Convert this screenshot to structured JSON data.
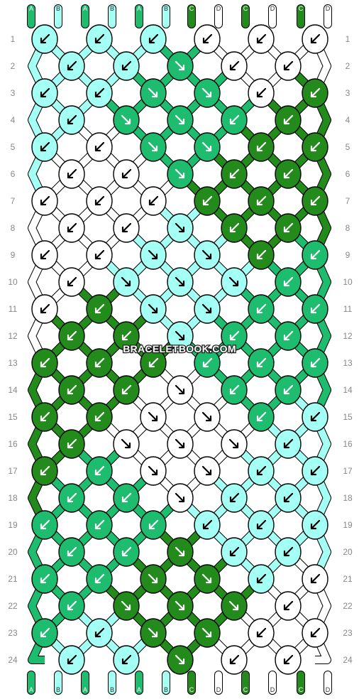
{
  "site": {
    "watermark": "BRACELETBOOK.COM"
  },
  "colors": {
    "A": "#1ebc6e",
    "B": "#a4fff4",
    "C": "#238a1c",
    "D": "#ffffff"
  },
  "top_labels": [
    "A",
    "B",
    "A",
    "B",
    "A",
    "B",
    "C",
    "D",
    "C",
    "D",
    "C",
    "D"
  ],
  "bottom_labels": [
    "A",
    "B",
    "A",
    "B",
    "A",
    "B",
    "C",
    "D",
    "C",
    "D",
    "C",
    "D"
  ],
  "rows": [
    "1",
    "2",
    "3",
    "4",
    "5",
    "6",
    "7",
    "8",
    "9",
    "10",
    "11",
    "12",
    "13",
    "14",
    "15",
    "16",
    "17",
    "18",
    "19",
    "20",
    "21",
    "22",
    "23",
    "24"
  ],
  "knot_grid": [
    {
      "row": 1,
      "knots": [
        [
          "B",
          "l"
        ],
        [
          "B",
          "l"
        ],
        [
          "B",
          "l"
        ],
        [
          "D",
          "l"
        ],
        [
          "D",
          "l"
        ],
        [
          "D",
          "l"
        ]
      ]
    },
    {
      "row": 2,
      "knots": [
        [
          "B",
          "l"
        ],
        [
          "B",
          "l"
        ],
        [
          "A",
          "r"
        ],
        [
          "D",
          "l"
        ],
        [
          "D",
          "l"
        ]
      ]
    },
    {
      "row": 3,
      "knots": [
        [
          "B",
          "l"
        ],
        [
          "B",
          "l"
        ],
        [
          "A",
          "r"
        ],
        [
          "A",
          "r"
        ],
        [
          "D",
          "l"
        ],
        [
          "C",
          "l"
        ]
      ]
    },
    {
      "row": 4,
      "knots": [
        [
          "B",
          "l"
        ],
        [
          "A",
          "r"
        ],
        [
          "A",
          "r"
        ],
        [
          "A",
          "l"
        ],
        [
          "C",
          "l"
        ]
      ]
    },
    {
      "row": 5,
      "knots": [
        [
          "B",
          "l"
        ],
        [
          "D",
          "l"
        ],
        [
          "A",
          "r"
        ],
        [
          "A",
          "r"
        ],
        [
          "C",
          "l"
        ],
        [
          "C",
          "l"
        ]
      ]
    },
    {
      "row": 6,
      "knots": [
        [
          "D",
          "l"
        ],
        [
          "D",
          "l"
        ],
        [
          "A",
          "r"
        ],
        [
          "C",
          "l"
        ],
        [
          "C",
          "l"
        ]
      ]
    },
    {
      "row": 7,
      "knots": [
        [
          "D",
          "l"
        ],
        [
          "D",
          "l"
        ],
        [
          "D",
          "l"
        ],
        [
          "C",
          "l"
        ],
        [
          "C",
          "l"
        ],
        [
          "C",
          "l"
        ]
      ]
    },
    {
      "row": 8,
      "knots": [
        [
          "D",
          "l"
        ],
        [
          "D",
          "l"
        ],
        [
          "B",
          "r"
        ],
        [
          "C",
          "l"
        ],
        [
          "C",
          "l"
        ]
      ]
    },
    {
      "row": 9,
      "knots": [
        [
          "D",
          "l"
        ],
        [
          "D",
          "l"
        ],
        [
          "B",
          "r"
        ],
        [
          "B",
          "r"
        ],
        [
          "C",
          "l"
        ],
        [
          "A",
          "l"
        ]
      ]
    },
    {
      "row": 10,
      "knots": [
        [
          "D",
          "l"
        ],
        [
          "B",
          "r"
        ],
        [
          "B",
          "r"
        ],
        [
          "B",
          "r"
        ],
        [
          "A",
          "l"
        ]
      ]
    },
    {
      "row": 11,
      "knots": [
        [
          "D",
          "l"
        ],
        [
          "C",
          "l"
        ],
        [
          "B",
          "r"
        ],
        [
          "B",
          "r"
        ],
        [
          "A",
          "l"
        ],
        [
          "A",
          "l"
        ]
      ]
    },
    {
      "row": 12,
      "knots": [
        [
          "C",
          "l"
        ],
        [
          "C",
          "l"
        ],
        [
          "B",
          "r"
        ],
        [
          "A",
          "l"
        ],
        [
          "A",
          "l"
        ]
      ]
    },
    {
      "row": 13,
      "knots": [
        [
          "C",
          "l"
        ],
        [
          "C",
          "l"
        ],
        [
          "C",
          "l"
        ],
        [
          "A",
          "l"
        ],
        [
          "A",
          "l"
        ],
        [
          "A",
          "l"
        ]
      ]
    },
    {
      "row": 14,
      "knots": [
        [
          "C",
          "l"
        ],
        [
          "C",
          "l"
        ],
        [
          "D",
          "r"
        ],
        [
          "A",
          "l"
        ],
        [
          "A",
          "l"
        ]
      ]
    },
    {
      "row": 15,
      "knots": [
        [
          "C",
          "l"
        ],
        [
          "C",
          "l"
        ],
        [
          "D",
          "r"
        ],
        [
          "D",
          "r"
        ],
        [
          "A",
          "l"
        ],
        [
          "B",
          "l"
        ]
      ]
    },
    {
      "row": 16,
      "knots": [
        [
          "C",
          "l"
        ],
        [
          "D",
          "r"
        ],
        [
          "D",
          "r"
        ],
        [
          "D",
          "r"
        ],
        [
          "B",
          "l"
        ]
      ]
    },
    {
      "row": 17,
      "knots": [
        [
          "C",
          "l"
        ],
        [
          "A",
          "l"
        ],
        [
          "D",
          "r"
        ],
        [
          "D",
          "r"
        ],
        [
          "B",
          "l"
        ],
        [
          "B",
          "l"
        ]
      ]
    },
    {
      "row": 18,
      "knots": [
        [
          "A",
          "l"
        ],
        [
          "A",
          "l"
        ],
        [
          "D",
          "r"
        ],
        [
          "B",
          "l"
        ],
        [
          "B",
          "l"
        ]
      ]
    },
    {
      "row": 19,
      "knots": [
        [
          "A",
          "l"
        ],
        [
          "A",
          "l"
        ],
        [
          "A",
          "l"
        ],
        [
          "B",
          "l"
        ],
        [
          "B",
          "l"
        ],
        [
          "B",
          "l"
        ]
      ]
    },
    {
      "row": 20,
      "knots": [
        [
          "A",
          "l"
        ],
        [
          "A",
          "l"
        ],
        [
          "C",
          "r"
        ],
        [
          "B",
          "l"
        ],
        [
          "B",
          "l"
        ]
      ]
    },
    {
      "row": 21,
      "knots": [
        [
          "A",
          "l"
        ],
        [
          "A",
          "l"
        ],
        [
          "C",
          "r"
        ],
        [
          "C",
          "r"
        ],
        [
          "B",
          "l"
        ],
        [
          "D",
          "l"
        ]
      ]
    },
    {
      "row": 22,
      "knots": [
        [
          "A",
          "l"
        ],
        [
          "C",
          "r"
        ],
        [
          "C",
          "r"
        ],
        [
          "C",
          "r"
        ],
        [
          "D",
          "l"
        ]
      ]
    },
    {
      "row": 23,
      "knots": [
        [
          "A",
          "l"
        ],
        [
          "B",
          "l"
        ],
        [
          "C",
          "r"
        ],
        [
          "C",
          "r"
        ],
        [
          "D",
          "l"
        ],
        [
          "D",
          "l"
        ]
      ]
    },
    {
      "row": 24,
      "knots": [
        [
          "B",
          "l"
        ],
        [
          "B",
          "l"
        ],
        [
          "C",
          "r"
        ],
        [
          "D",
          "l"
        ],
        [
          "D",
          "l"
        ]
      ]
    }
  ]
}
